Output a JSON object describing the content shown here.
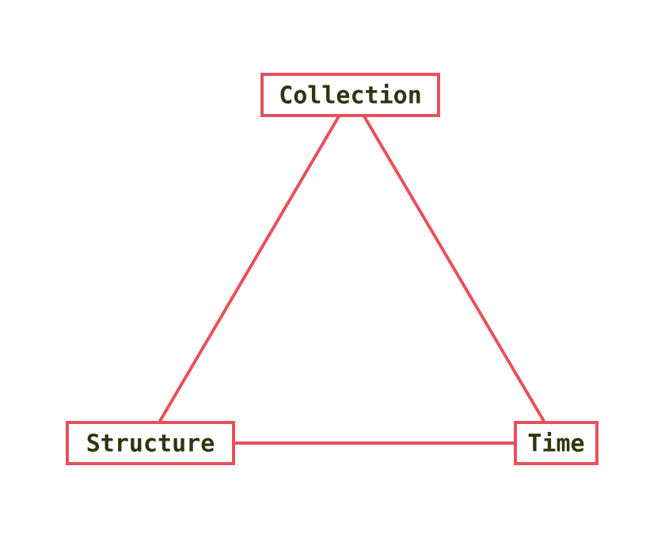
{
  "diagram": {
    "nodes": {
      "top": "Collection",
      "bottom_left": "Structure",
      "bottom_right": "Time"
    },
    "colors": {
      "stroke": "#e8505b",
      "text": "#333310",
      "background": "#ffffff"
    }
  }
}
